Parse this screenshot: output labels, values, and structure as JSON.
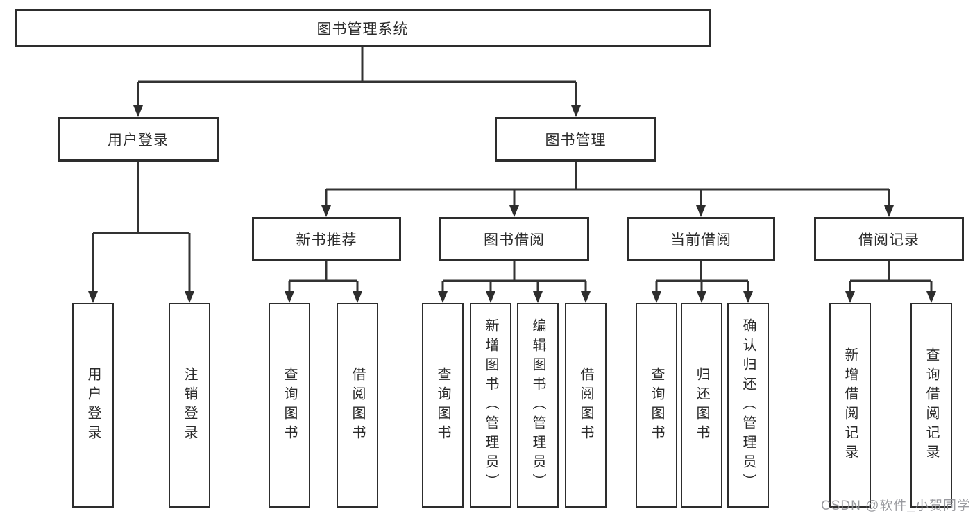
{
  "diagram": {
    "root": {
      "label": "图书管理系统"
    },
    "level2": [
      {
        "label": "用户登录"
      },
      {
        "label": "图书管理"
      }
    ],
    "level3": [
      {
        "label": "新书推荐"
      },
      {
        "label": "图书借阅"
      },
      {
        "label": "当前借阅"
      },
      {
        "label": "借阅记录"
      }
    ],
    "leaves": [
      {
        "label": "用户登录"
      },
      {
        "label": "注销登录"
      },
      {
        "label": "查询图书"
      },
      {
        "label": "借阅图书"
      },
      {
        "label": "查询图书"
      },
      {
        "label": "新增图书（管理员）"
      },
      {
        "label": "编辑图书（管理员）"
      },
      {
        "label": "借阅图书"
      },
      {
        "label": "查询图书"
      },
      {
        "label": "归还图书"
      },
      {
        "label": "确认归还（管理员）"
      },
      {
        "label": "新增借阅记录"
      },
      {
        "label": "查询借阅记录"
      }
    ]
  },
  "watermark": {
    "text": "CSDN @软件_小贺同学"
  },
  "colors": {
    "line": "#333333",
    "border": "#2d2d2d",
    "text": "#2b2b2b",
    "watermark": "#8f9095",
    "background": "#ffffff"
  }
}
